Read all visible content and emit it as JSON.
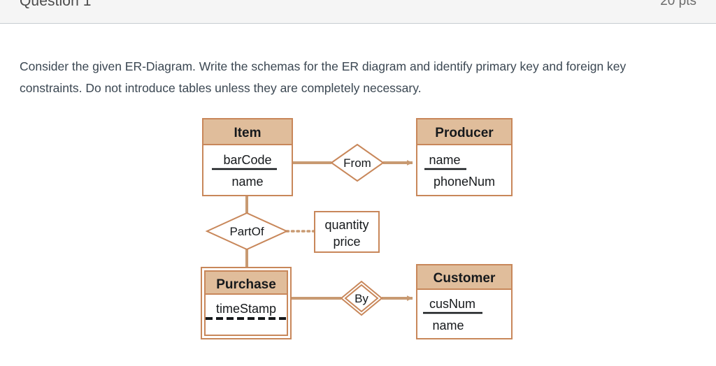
{
  "header": {
    "title": "Question 1",
    "points": "20 pts"
  },
  "prompt": {
    "text": "Consider the given ER-Diagram. Write the schemas for the ER diagram and identify primary key and foreign key constraints. Do not introduce tables unless they are completely necessary."
  },
  "colors": {
    "entity_header_fill": "#e0bd9b",
    "entity_body_fill": "#ffffff",
    "outline": "#c8875a",
    "connector": "#c89a72",
    "text": "#16191c",
    "header_bar": "#f5f5f5",
    "header_bar_border": "#c7cdd1",
    "prompt_text": "#3b4752"
  },
  "diagram": {
    "type": "er-diagram",
    "entities": [
      {
        "id": "item",
        "name": "Item",
        "weak": false,
        "attributes": [
          {
            "name": "barCode",
            "key": "primary",
            "underline": "solid"
          },
          {
            "name": "name",
            "key": "none",
            "underline": "none"
          }
        ]
      },
      {
        "id": "producer",
        "name": "Producer",
        "weak": false,
        "attributes": [
          {
            "name": "name",
            "key": "primary",
            "underline": "solid"
          },
          {
            "name": "phoneNum",
            "key": "none",
            "underline": "none"
          }
        ]
      },
      {
        "id": "purchase",
        "name": "Purchase",
        "weak": true,
        "attributes": [
          {
            "name": "timeStamp",
            "key": "partial",
            "underline": "dashed"
          }
        ]
      },
      {
        "id": "customer",
        "name": "Customer",
        "weak": false,
        "attributes": [
          {
            "name": "cusNum",
            "key": "primary",
            "underline": "solid"
          },
          {
            "name": "name",
            "key": "none",
            "underline": "none"
          }
        ]
      }
    ],
    "relationships": [
      {
        "id": "from",
        "label": "From",
        "shape": "diamond",
        "identifying": false,
        "from": "item",
        "to": "producer",
        "to_arrow": true,
        "attributes": []
      },
      {
        "id": "partof",
        "label": "PartOf",
        "shape": "diamond",
        "identifying": false,
        "from": "item",
        "to": "purchase",
        "to_arrow": false,
        "attributes": [
          "quantity",
          "price"
        ]
      },
      {
        "id": "by",
        "label": "By",
        "shape": "double-diamond",
        "identifying": true,
        "from": "purchase",
        "to": "customer",
        "to_arrow": true,
        "attributes": []
      }
    ],
    "relationship_attribute_box": {
      "id": "partof-attrs",
      "lines": [
        "quantity",
        "price"
      ],
      "link_style": "dotted",
      "linked_to": "partof"
    }
  }
}
